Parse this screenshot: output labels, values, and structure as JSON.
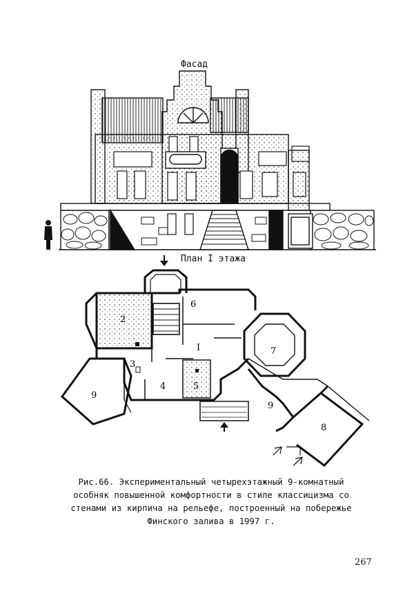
{
  "facade_title": "Фасад",
  "plan_title": "План I этажа",
  "rooms": [
    "2",
    "3",
    "4",
    "5",
    "6",
    "7",
    "8",
    "9",
    "9",
    "I"
  ],
  "caption_lines": [
    "Рис.66. Экспериментальный четырехэтажный  9-комнатный",
    "особняк повышенной комфортности в стиле классицизма  со",
    "стенами из кирпича на рельефе, построенный на побережье",
    "Финского залива в 1997 г."
  ],
  "page_number": "267"
}
